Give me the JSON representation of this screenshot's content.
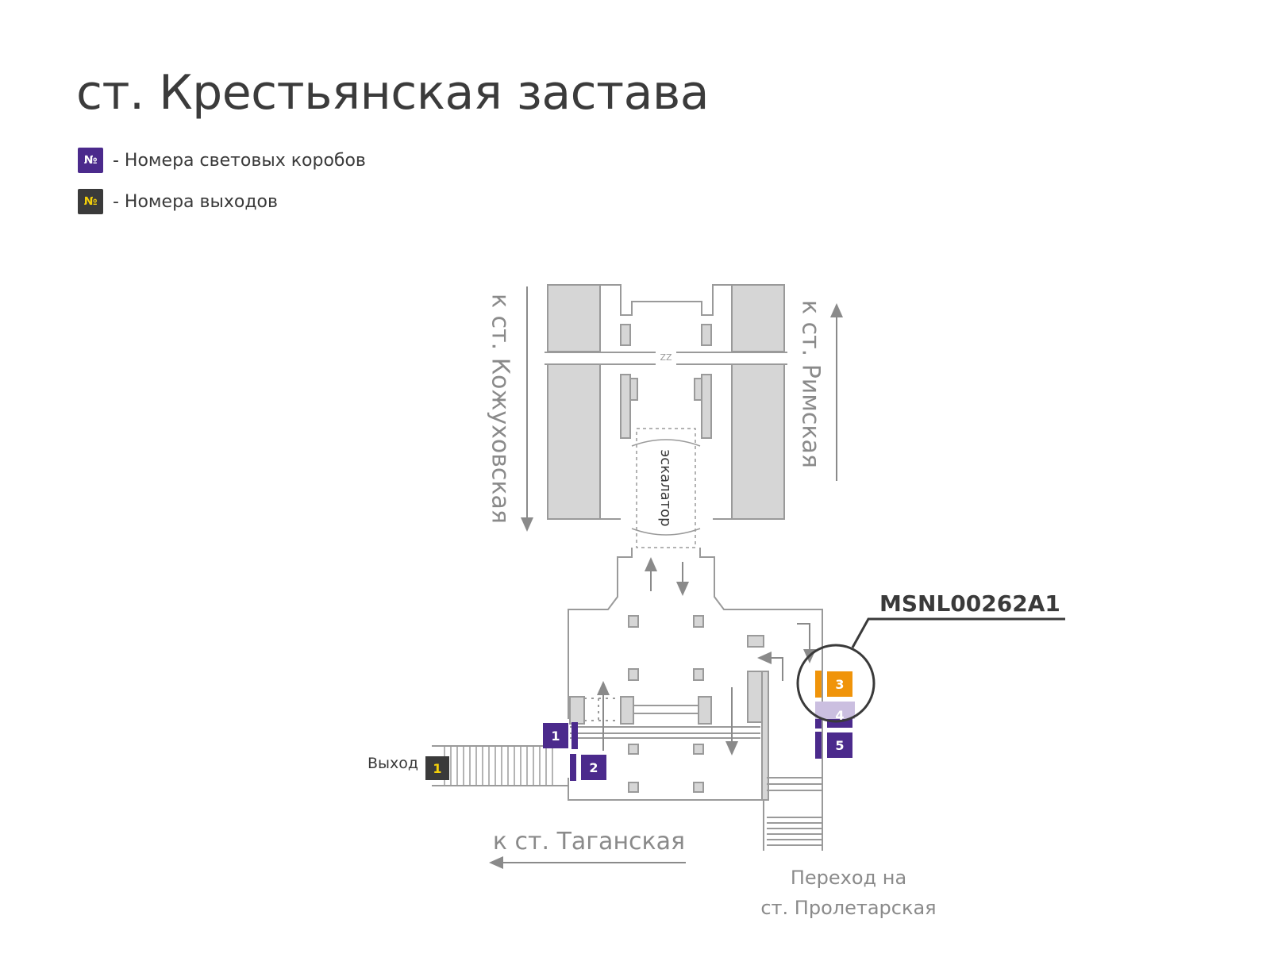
{
  "title": "ст. Крестьянская застава",
  "legend": {
    "symbol": "№",
    "lightbox_text": "- Номера световых коробов",
    "exit_text": "- Номера выходов"
  },
  "colors": {
    "purple": "#4b2a8c",
    "orange": "#f0940a",
    "lilac": "#cbbfe0",
    "dark": "#3a3a3a",
    "yellow": "#f5d10a",
    "wall": "#9a9a9a",
    "fill": "#d6d6d6"
  },
  "map": {
    "dir_kozhukhovskaya": "к ст. Кожуховская",
    "dir_rimskaya": "к ст. Римская",
    "escalator": "эскалатор",
    "dir_taganskaya": "к ст. Таганская",
    "transfer_line1": "Переход на",
    "transfer_line2": "ст. Пролетарская",
    "exit_label": "Выход",
    "exit_number": "1",
    "callout_code": "MSNL00262A1",
    "boxes": [
      {
        "number": "1",
        "status": "regular"
      },
      {
        "number": "2",
        "status": "regular"
      },
      {
        "number": "3",
        "status": "highlighted"
      },
      {
        "number": "4",
        "status": "inactive"
      },
      {
        "number": "5",
        "status": "regular"
      }
    ]
  }
}
